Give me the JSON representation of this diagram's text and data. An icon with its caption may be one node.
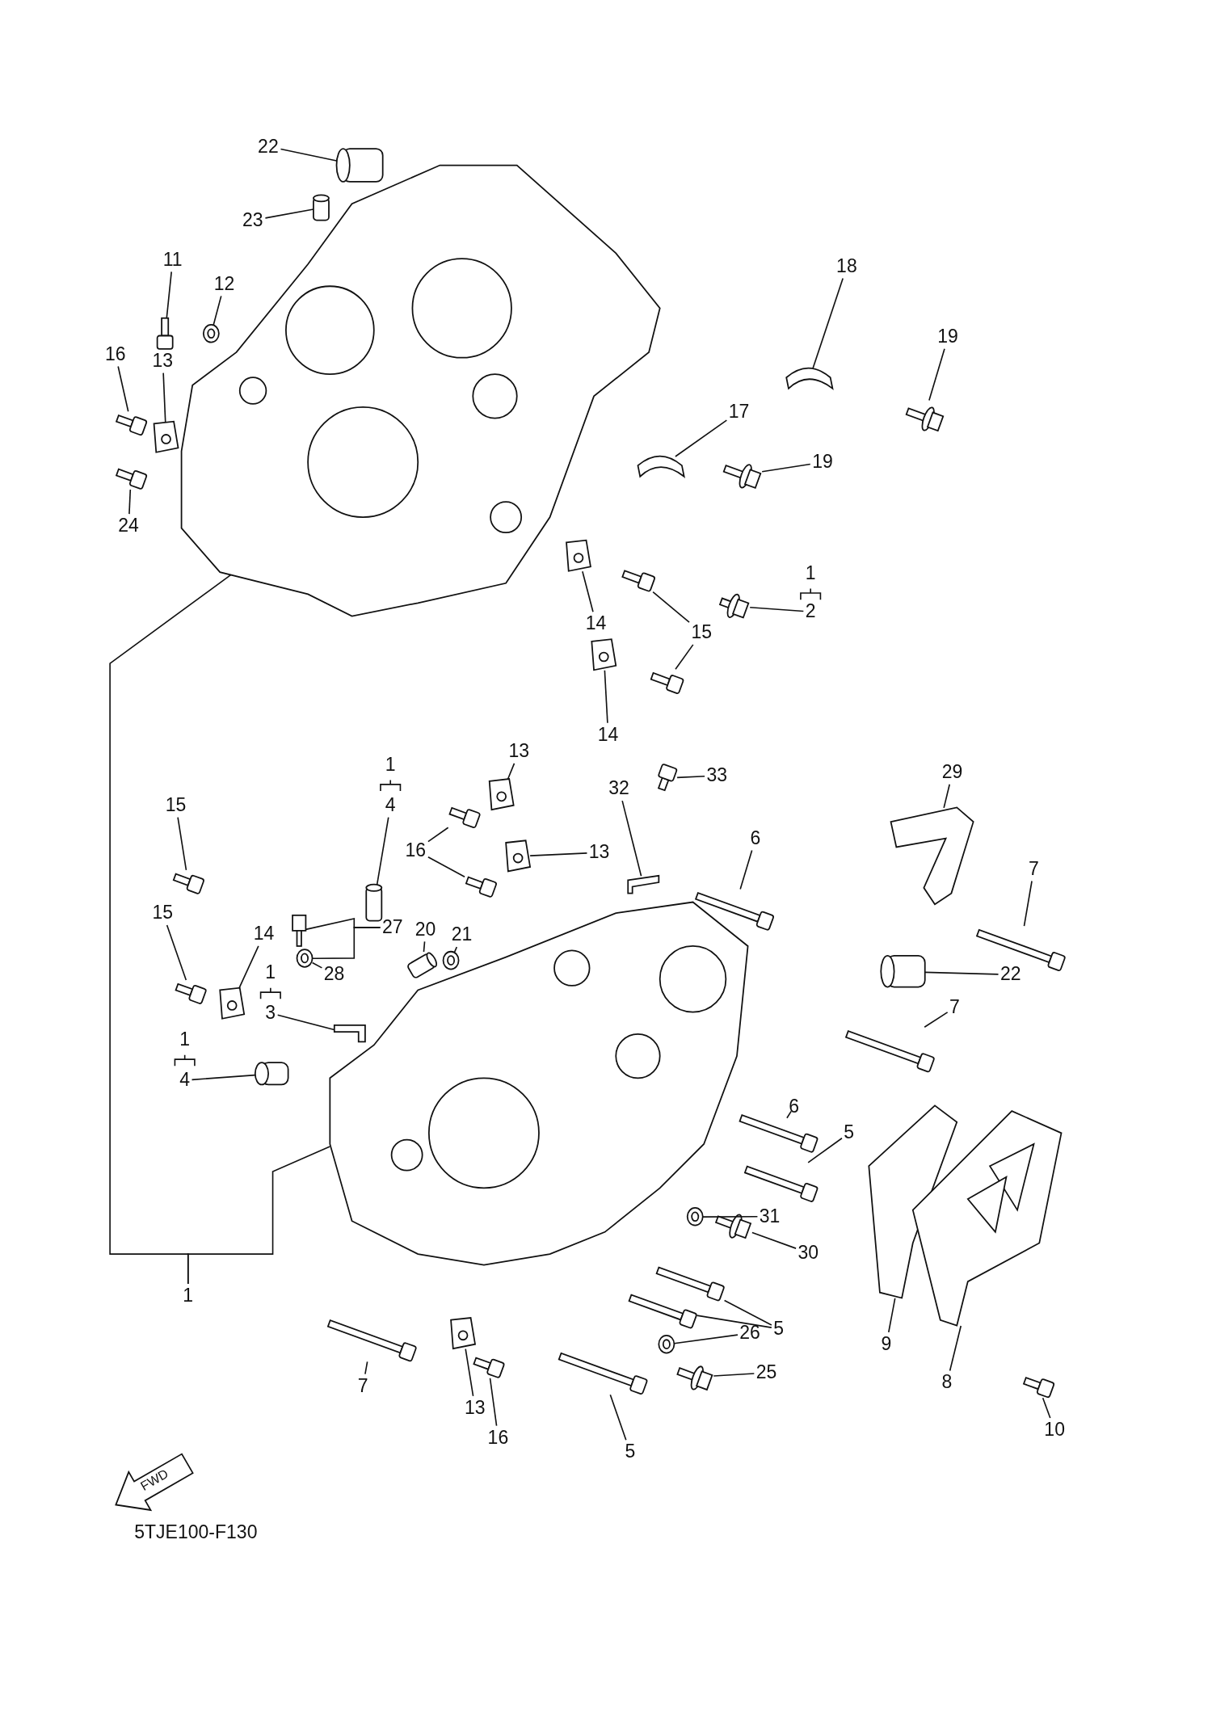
{
  "diagram": {
    "nodes": [
      {
        "text": [
          "22"
        ]
      },
      {
        "text": [
          "23"
        ]
      },
      {
        "text": [
          "11"
        ]
      },
      {
        "text": [
          "12"
        ]
      },
      {
        "text": [
          "16"
        ]
      },
      {
        "text": [
          "13"
        ]
      },
      {
        "text": [
          "24"
        ]
      },
      {
        "text": [
          "18"
        ]
      },
      {
        "text": [
          "19"
        ]
      },
      {
        "text": [
          "17"
        ]
      },
      {
        "text": [
          "19"
        ]
      },
      {
        "text": [
          "2"
        ]
      },
      {
        "text": [
          "14"
        ]
      },
      {
        "text": [
          "15"
        ]
      },
      {
        "text": [
          "14"
        ]
      },
      {
        "text": [
          "13"
        ]
      },
      {
        "text": [
          "4"
        ]
      },
      {
        "text": [
          "15"
        ]
      },
      {
        "text": [
          "16"
        ]
      },
      {
        "text": [
          "32"
        ]
      },
      {
        "text": [
          "33"
        ]
      },
      {
        "text": [
          "13"
        ]
      },
      {
        "text": [
          "6"
        ]
      },
      {
        "text": [
          "29"
        ]
      },
      {
        "text": [
          "7"
        ]
      },
      {
        "text": [
          "27"
        ]
      },
      {
        "text": [
          "28"
        ]
      },
      {
        "text": [
          "20"
        ]
      },
      {
        "text": [
          "21"
        ]
      },
      {
        "text": [
          "15"
        ]
      },
      {
        "text": [
          "14"
        ]
      },
      {
        "text": [
          "3"
        ]
      },
      {
        "text": [
          "22"
        ]
      },
      {
        "text": [
          "4"
        ]
      },
      {
        "text": [
          "7"
        ]
      },
      {
        "text": [
          "6"
        ]
      },
      {
        "text": [
          "5"
        ]
      },
      {
        "text": [
          "31"
        ]
      },
      {
        "text": [
          "30"
        ]
      },
      {
        "text": [
          "1"
        ]
      },
      {
        "text": [
          "9"
        ]
      },
      {
        "text": [
          "5"
        ]
      },
      {
        "text": [
          "26"
        ]
      },
      {
        "text": [
          "25"
        ]
      },
      {
        "text": [
          "7"
        ]
      },
      {
        "text": [
          "13"
        ]
      },
      {
        "text": [
          "16"
        ]
      },
      {
        "text": [
          "5"
        ]
      },
      {
        "text": [
          "8"
        ]
      },
      {
        "text": [
          "10"
        ]
      },
      {
        "text": [],
        "shape": "cylinder"
      },
      {
        "text": [],
        "shape": "cylinder"
      },
      {
        "text": [],
        "shape": "bar"
      },
      {
        "text": [],
        "shape": "picture"
      },
      {
        "text": [],
        "shape": "bar"
      },
      {
        "text": [],
        "shape": "picture"
      },
      {
        "text": [],
        "shape": "bar"
      },
      {
        "text": [],
        "shape": "picture"
      },
      {
        "text": [],
        "shape": "bar"
      },
      {
        "text": [],
        "shape": "picture"
      },
      {
        "text": [],
        "shape": "bar"
      },
      {
        "text": [],
        "shape": "bar"
      },
      {
        "text": [],
        "shape": "picture"
      },
      {
        "text": [],
        "shape": "bar"
      },
      {
        "text": [],
        "shape": "bar"
      },
      {
        "text": [],
        "shape": "picture"
      },
      {
        "text": [],
        "shape": "picture"
      },
      {
        "text": [],
        "shape": "cylinder"
      },
      {
        "text": [],
        "shape": "bar"
      },
      {
        "text": [],
        "shape": "bar"
      },
      {
        "text": [],
        "shape": "bar"
      },
      {
        "text": [],
        "shape": "picture"
      },
      {
        "text": [],
        "shape": "bar"
      },
      {
        "text": [],
        "shape": "picture"
      },
      {
        "text": [],
        "shape": "bar"
      },
      {
        "text": [],
        "shape": "picture"
      },
      {
        "text": [],
        "shape": "bar"
      },
      {
        "text": [],
        "shape": "picture"
      },
      {
        "text": [],
        "shape": "picture"
      },
      {
        "text": [],
        "shape": "cylinder"
      },
      {
        "text": [],
        "shape": "picture"
      },
      {
        "text": [],
        "shape": "bar"
      },
      {
        "text": [],
        "shape": "picture"
      },
      {
        "text": [],
        "shape": "picture"
      },
      {
        "text": [],
        "shape": "cylinder"
      },
      {
        "text": [],
        "shape": "cylinder"
      },
      {
        "text": [],
        "shape": "bar"
      },
      {
        "text": [],
        "shape": "bar"
      },
      {
        "text": [],
        "shape": "bar"
      },
      {
        "text": [],
        "shape": "picture"
      },
      {
        "text": [],
        "shape": "bar"
      },
      {
        "text": [],
        "shape": "picture"
      },
      {
        "text": [],
        "shape": "picture"
      },
      {
        "text": [],
        "shape": "picture"
      },
      {
        "text": [],
        "shape": "bar"
      },
      {
        "text": [],
        "shape": "bar"
      },
      {
        "text": [],
        "shape": "picture"
      },
      {
        "text": [],
        "shape": "bar"
      },
      {
        "text": [],
        "shape": "bar"
      },
      {
        "text": [],
        "shape": "picture"
      },
      {
        "text": [],
        "shape": "bar"
      },
      {
        "text": [],
        "shape": "bar"
      },
      {
        "text": [],
        "shape": "picture"
      },
      {
        "text": [],
        "shape": "bar"
      }
    ],
    "edges": [
      {
        "from": 0,
        "to": 50,
        "arrow": "none"
      },
      {
        "from": 1,
        "to": 51,
        "arrow": "none"
      },
      {
        "from": 2,
        "to": 52,
        "arrow": "none"
      },
      {
        "from": 3,
        "to": 53,
        "arrow": "none"
      },
      {
        "from": 4,
        "to": 54,
        "arrow": "none"
      },
      {
        "from": 5,
        "to": 55,
        "arrow": "none"
      },
      {
        "from": 6,
        "to": 56,
        "arrow": "none"
      },
      {
        "from": 7,
        "to": 57,
        "arrow": "none"
      },
      {
        "from": 8,
        "to": 58,
        "arrow": "none"
      },
      {
        "from": 9,
        "to": 59,
        "arrow": "none"
      },
      {
        "from": 10,
        "to": 60,
        "arrow": "none"
      },
      {
        "from": 11,
        "to": 61,
        "arrow": "none"
      },
      {
        "from": 12,
        "to": 62,
        "arrow": "none"
      },
      {
        "from": 13,
        "to": 63,
        "arrow": "none"
      },
      {
        "from": 13,
        "to": 64,
        "arrow": "none"
      },
      {
        "from": 14,
        "to": 65,
        "arrow": "none"
      },
      {
        "from": 15,
        "to": 66,
        "arrow": "none"
      },
      {
        "from": 16,
        "to": 67,
        "arrow": "none"
      },
      {
        "from": 17,
        "to": 68,
        "arrow": "none"
      },
      {
        "from": 18,
        "to": 69,
        "arrow": "none"
      },
      {
        "from": 18,
        "to": 70,
        "arrow": "none"
      },
      {
        "from": 19,
        "to": 71,
        "arrow": "none"
      },
      {
        "from": 20,
        "to": 72,
        "arrow": "none"
      },
      {
        "from": 21,
        "to": 73,
        "arrow": "none"
      },
      {
        "from": 22,
        "to": 74,
        "arrow": "none"
      },
      {
        "from": 23,
        "to": 75,
        "arrow": "none"
      },
      {
        "from": 24,
        "to": 76,
        "arrow": "none"
      },
      {
        "from": 25,
        "to": 77,
        "arrow": "none"
      },
      {
        "from": 25,
        "to": 78,
        "arrow": "none"
      },
      {
        "from": 26,
        "to": 78,
        "arrow": "none"
      },
      {
        "from": 27,
        "to": 79,
        "arrow": "none"
      },
      {
        "from": 28,
        "to": 80,
        "arrow": "none"
      },
      {
        "from": 29,
        "to": 81,
        "arrow": "none"
      },
      {
        "from": 30,
        "to": 82,
        "arrow": "none"
      },
      {
        "from": 31,
        "to": 83,
        "arrow": "none"
      },
      {
        "from": 32,
        "to": 84,
        "arrow": "none"
      },
      {
        "from": 33,
        "to": 85,
        "arrow": "none"
      },
      {
        "from": 34,
        "to": 86,
        "arrow": "none"
      },
      {
        "from": 35,
        "to": 87,
        "arrow": "none"
      },
      {
        "from": 36,
        "to": 88,
        "arrow": "none"
      },
      {
        "from": 37,
        "to": 89,
        "arrow": "none"
      },
      {
        "from": 38,
        "to": 90,
        "arrow": "none"
      },
      {
        "from": 39,
        "to": 91,
        "arrow": "none"
      },
      {
        "from": 39,
        "to": 92,
        "arrow": "none"
      },
      {
        "from": 40,
        "to": 93,
        "arrow": "none"
      },
      {
        "from": 41,
        "to": 94,
        "arrow": "none"
      },
      {
        "from": 41,
        "to": 95,
        "arrow": "none"
      },
      {
        "from": 42,
        "to": 96,
        "arrow": "none"
      },
      {
        "from": 43,
        "to": 97,
        "arrow": "none"
      },
      {
        "from": 44,
        "to": 98,
        "arrow": "none"
      },
      {
        "from": 45,
        "to": 99,
        "arrow": "none"
      },
      {
        "from": 46,
        "to": 100,
        "arrow": "none"
      },
      {
        "from": 47,
        "to": 101,
        "arrow": "none"
      },
      {
        "from": 48,
        "to": 102,
        "arrow": "none"
      },
      {
        "from": 49,
        "to": 103,
        "arrow": "none"
      }
    ],
    "labels": [
      "1",
      "1",
      "1",
      "1",
      "FWD",
      "5TJE100-F130"
    ]
  }
}
